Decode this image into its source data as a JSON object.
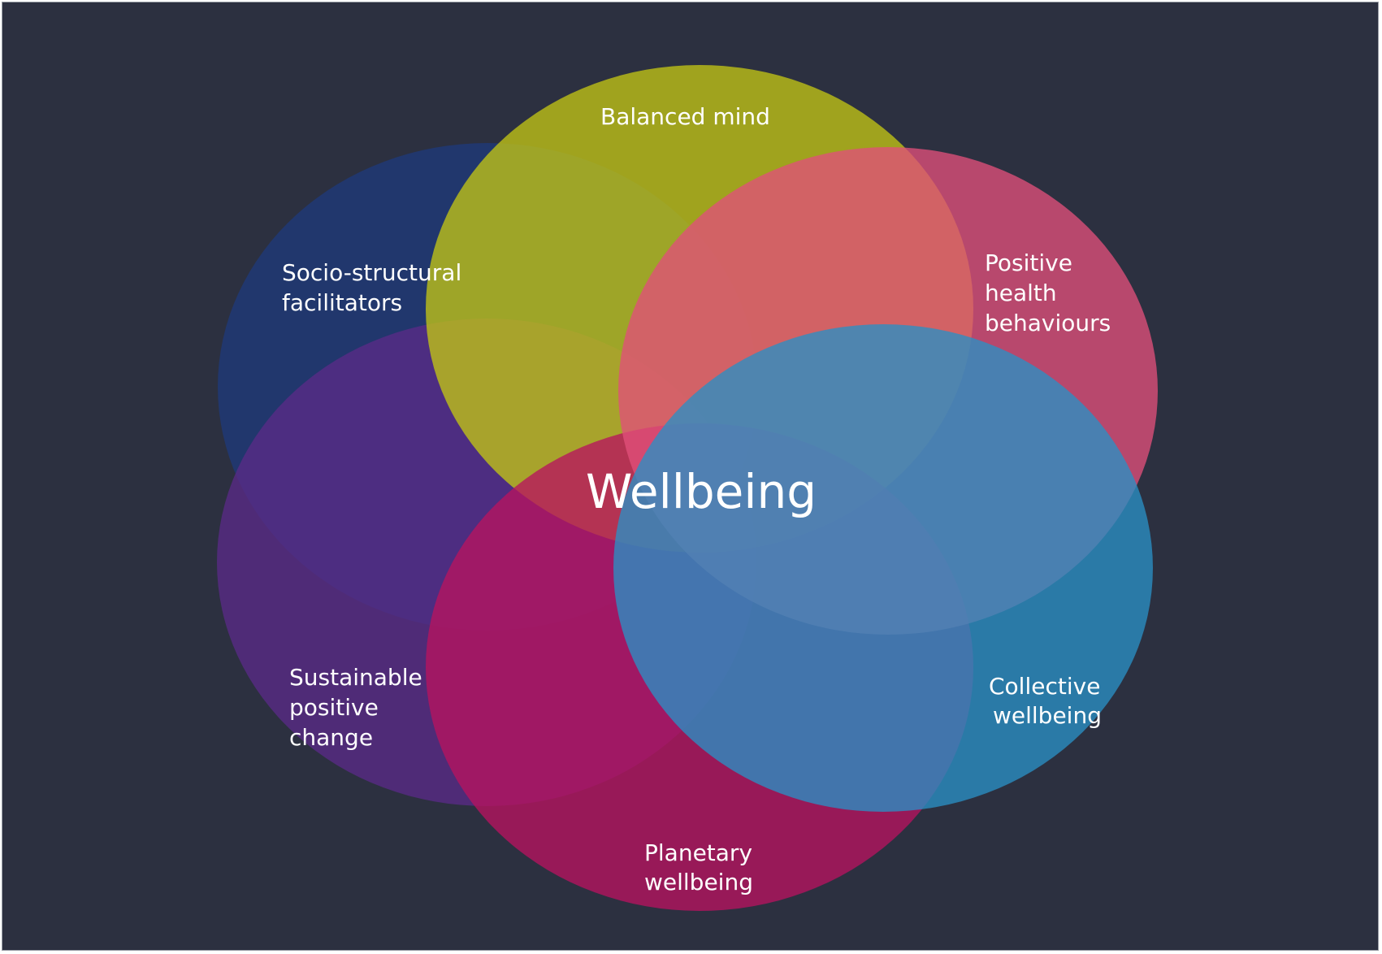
{
  "diagram": {
    "background_color": "#2c3040",
    "center_label": "Wellbeing",
    "components": [
      {
        "id": "socio-structural-facilitators",
        "lines": [
          "Socio-structural",
          "facilitators"
        ],
        "color": "#1f3a7a"
      },
      {
        "id": "sustainable-positive-change",
        "lines": [
          "Sustainable",
          "positive",
          "change"
        ],
        "color": "#5a2a86"
      },
      {
        "id": "balanced-mind",
        "lines": [
          "Balanced  mind"
        ],
        "color": "#c2c414"
      },
      {
        "id": "planetary-wellbeing",
        "lines": [
          "Planetary",
          "wellbeing"
        ],
        "color": "#b7135f"
      },
      {
        "id": "positive-health-behaviours",
        "lines": [
          "Positive",
          "health",
          "behaviours"
        ],
        "color": "#e0507a"
      },
      {
        "id": "collective-wellbeing",
        "lines": [
          "Collective",
          "wellbeing"
        ],
        "color": "#2a8fc4"
      }
    ]
  }
}
